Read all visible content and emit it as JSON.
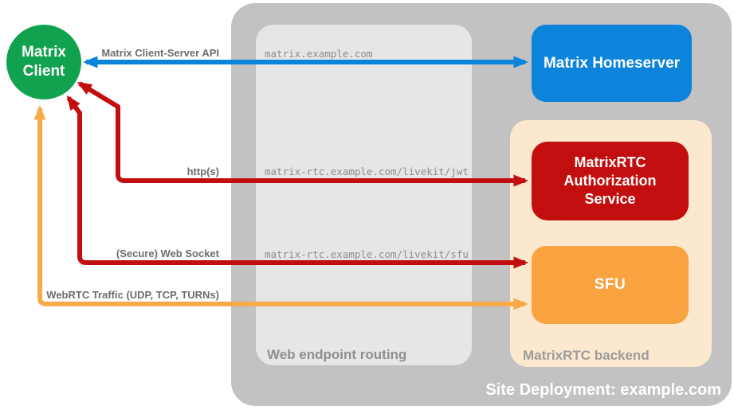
{
  "colors": {
    "green": "#10a24e",
    "blue": "#0d84dc",
    "red": "#c30e0f",
    "orange_box": "#f9a240",
    "orange_arrow": "#f8aa48",
    "site_gray": "#c2c2c2",
    "routing_gray": "#e6e6e6",
    "backend_peach": "#fce8ce"
  },
  "nodes": {
    "client_line1": "Matrix",
    "client_line2": "Client",
    "homeserver": "Matrix Homeserver",
    "auth_service": "MatrixRTC Authorization Service",
    "sfu": "SFU"
  },
  "containers": {
    "site": "Site Deployment: example.com",
    "routing": "Web endpoint routing",
    "backend": "MatrixRTC backend"
  },
  "edges": {
    "api": {
      "label": "Matrix Client-Server API",
      "route": "matrix.example.com"
    },
    "http": {
      "label": "http(s)",
      "route": "matrix-rtc.example.com/livekit/jwt"
    },
    "websocket": {
      "label": "(Secure) Web Socket",
      "route": "matrix-rtc.example.com/livekit/sfu"
    },
    "webrtc": {
      "label": "WebRTC Traffic (UDP, TCP, TURNs)"
    }
  }
}
